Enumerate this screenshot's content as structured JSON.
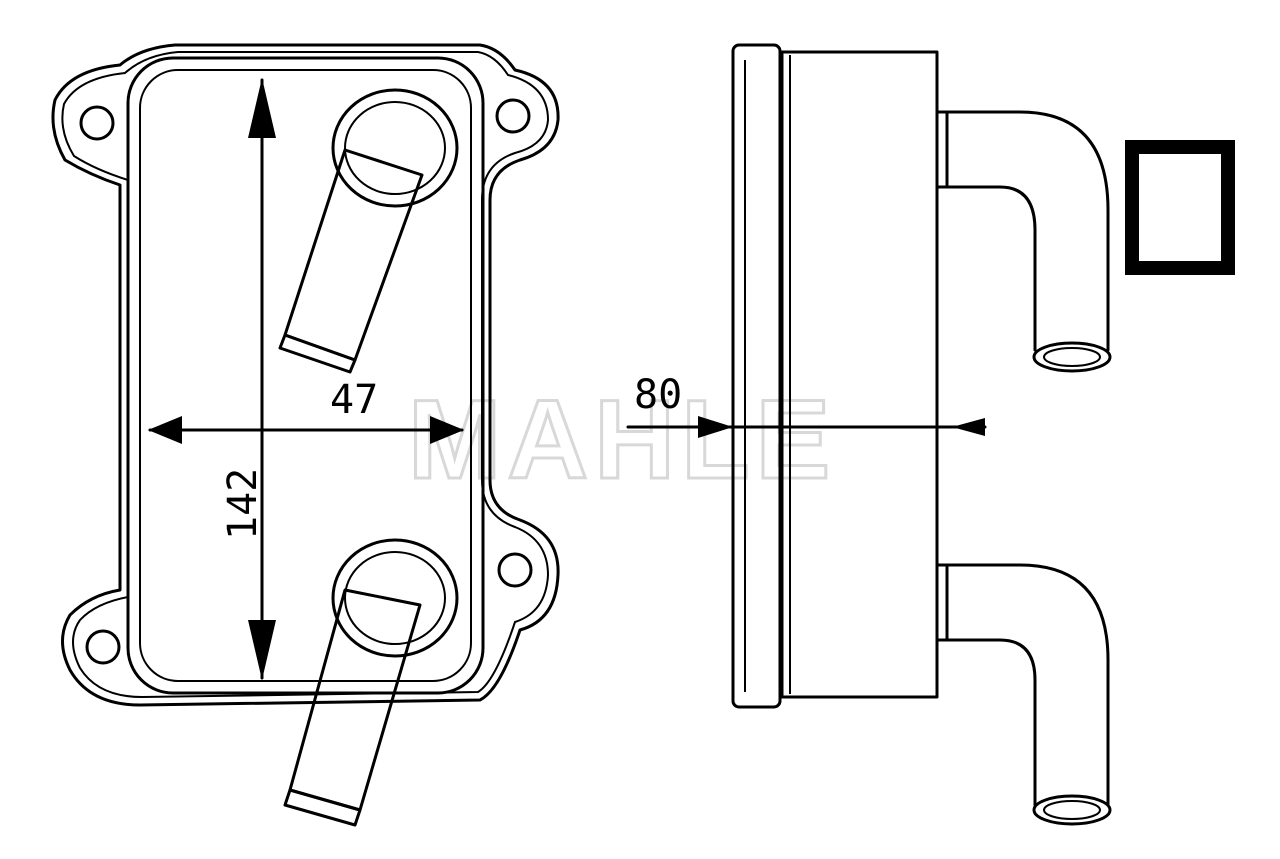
{
  "watermark": "MAHLE",
  "dimensions": {
    "height": "142",
    "width": "47",
    "depth": "80"
  },
  "colors": {
    "line": "#000000",
    "background": "#ffffff",
    "watermark": "#d8d8d8"
  }
}
